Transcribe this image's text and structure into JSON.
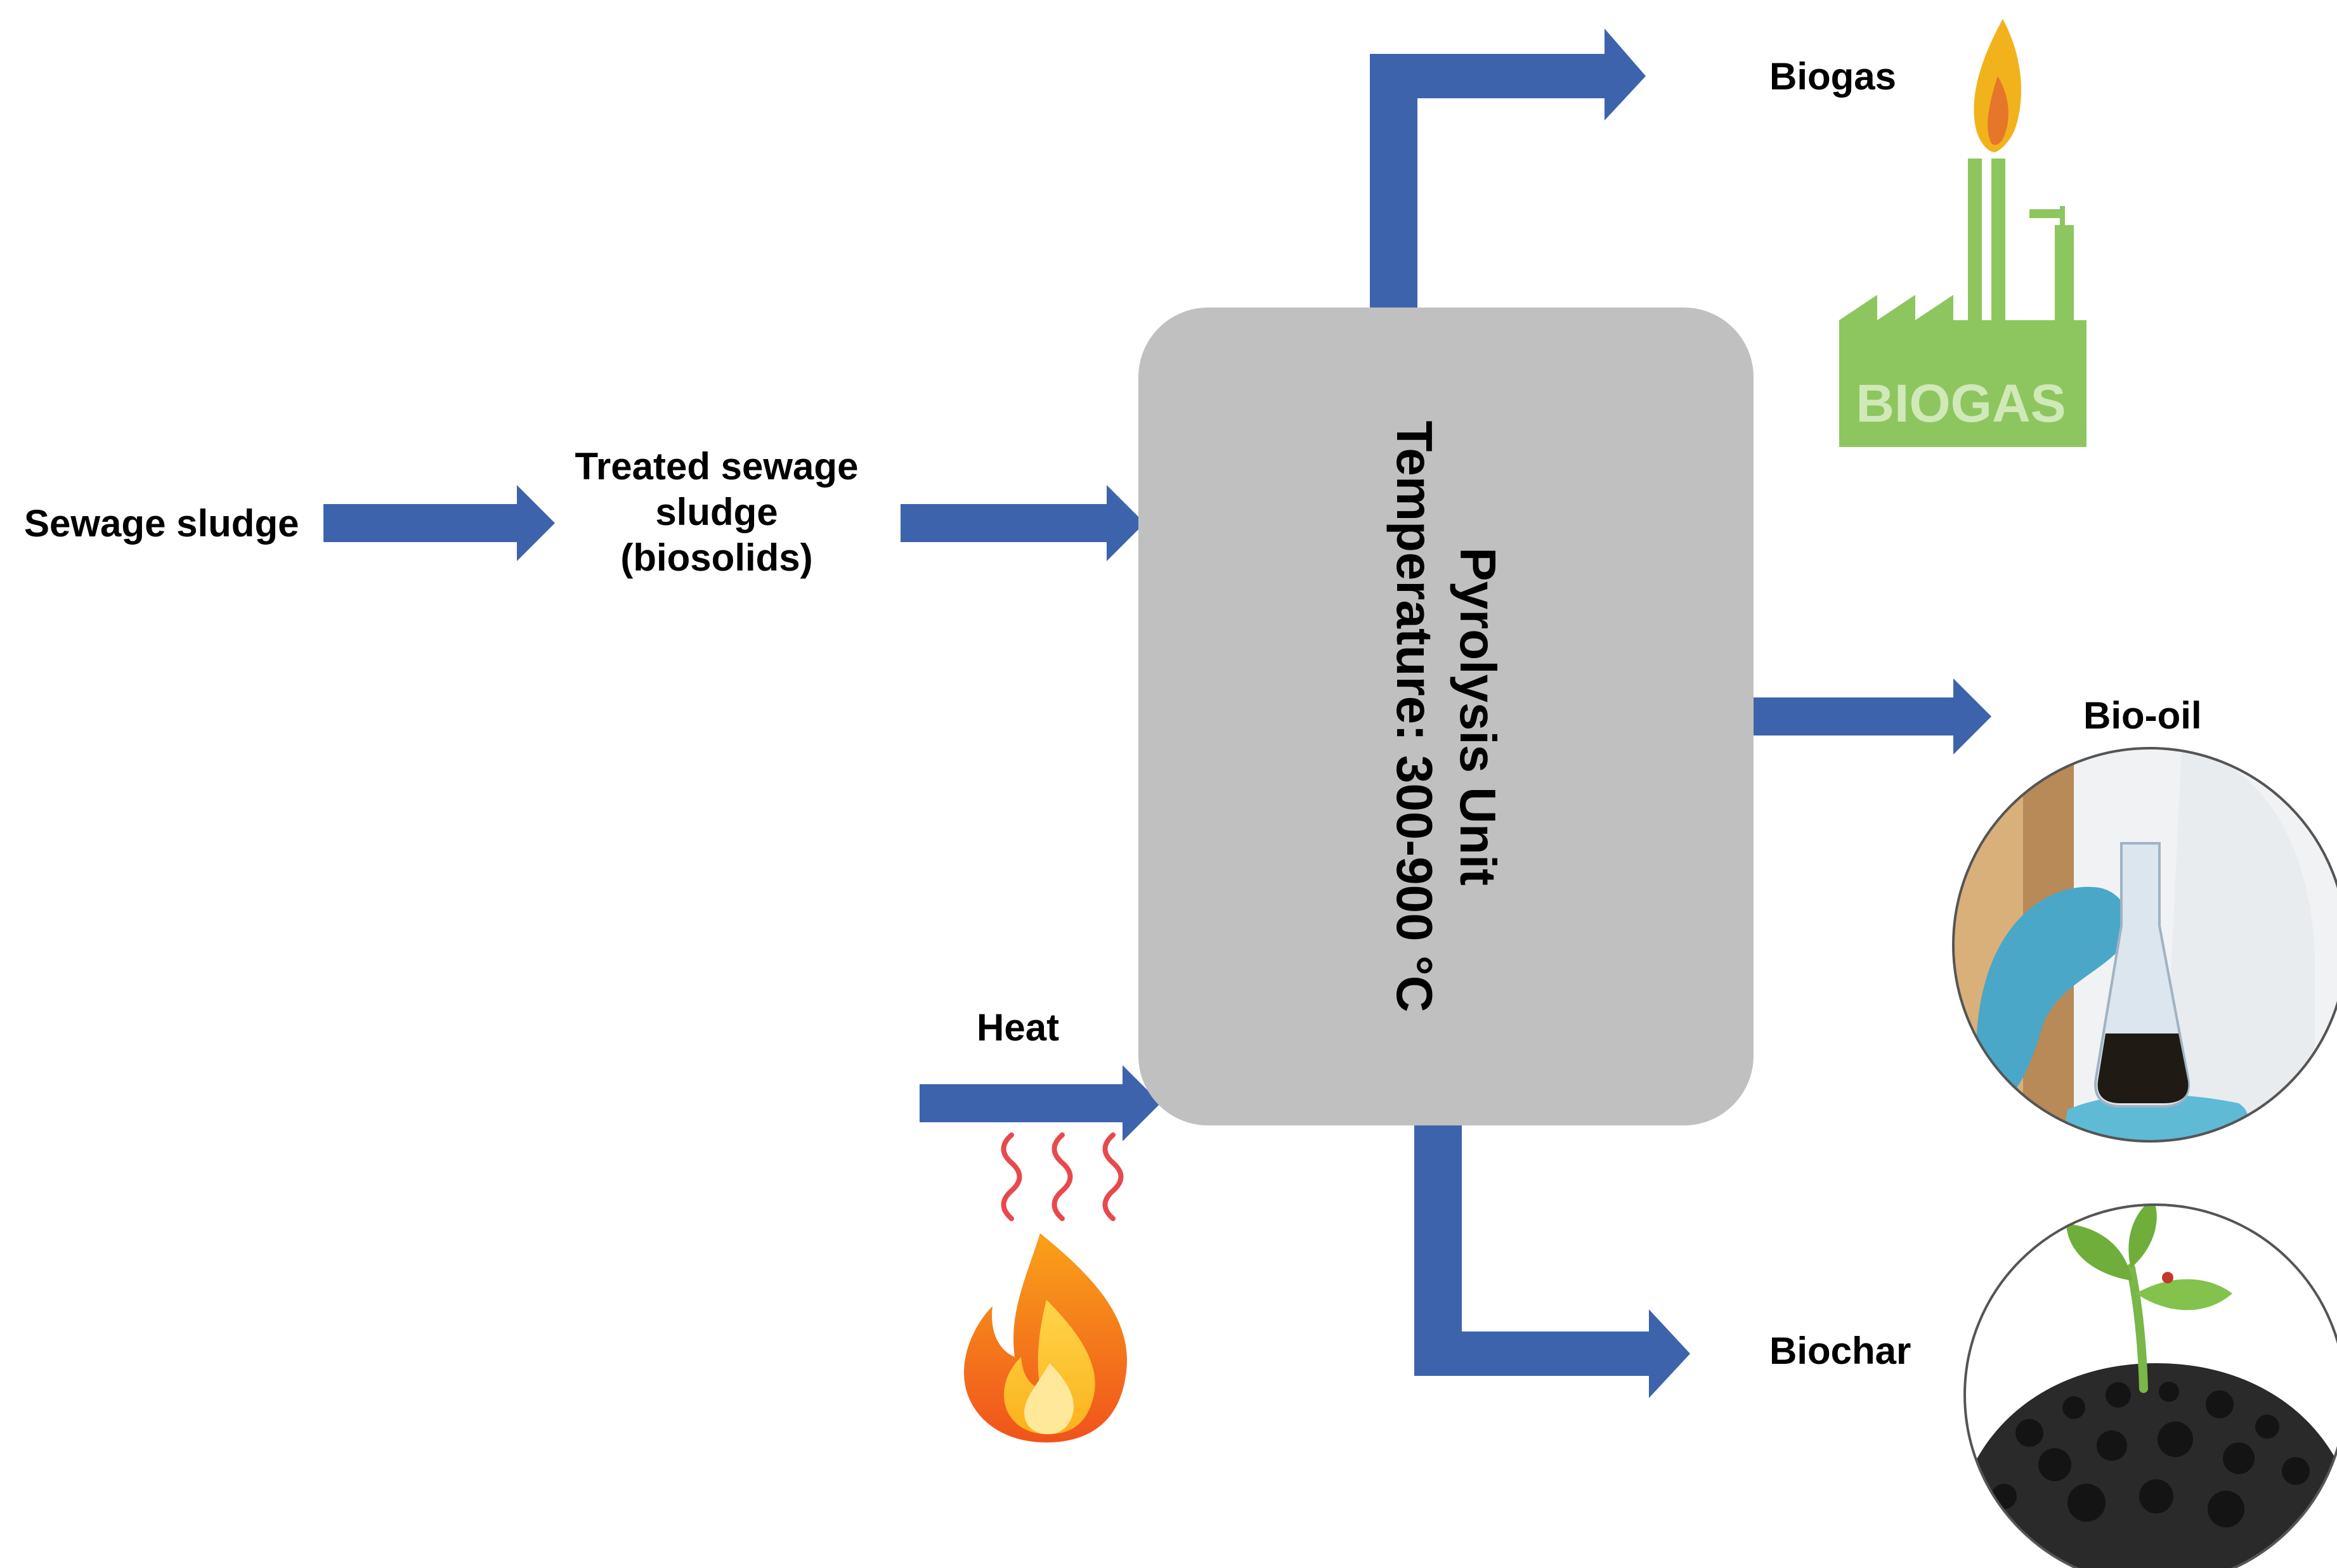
{
  "diagram": {
    "input_label": "Sewage sludge",
    "treated_label": [
      "Treated sewage",
      "sludge",
      "(biosolids)"
    ],
    "heat_label": "Heat",
    "unit": {
      "name": "Pyrolysis Unit",
      "temperature": "Temperature: 300-900 °C"
    },
    "outputs": {
      "biogas": "Biogas",
      "biogas_sign": "BIOGAS",
      "biooil": "Bio-oil",
      "biochar": "Biochar"
    }
  },
  "colors": {
    "arrow": "#3e63ad",
    "unit_fill": "#c0c0c0",
    "biogas_green": "#8dc65e"
  },
  "icons": [
    "flame-icon",
    "heat-waves-icon",
    "factory-icon",
    "flask-icon",
    "plant-icon"
  ]
}
